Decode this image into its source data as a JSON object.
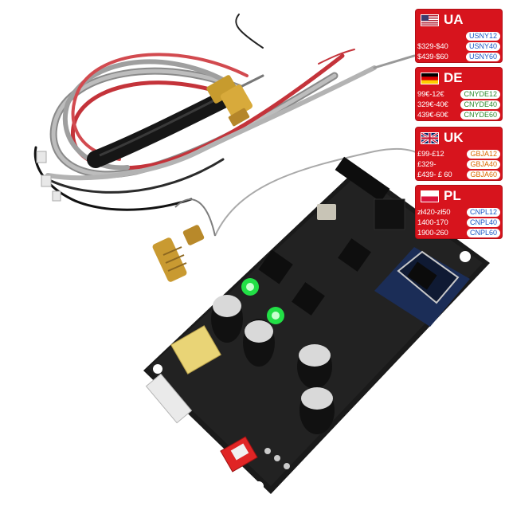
{
  "colors": {
    "panel_bg": "#d7141d",
    "usa_coupon_text": "#1a56c4",
    "de_coupon_text": "#2e8b2e",
    "uk_coupon_text": "#d96a00",
    "pl_coupon_text": "#1a56c4",
    "pcb": "#1d1d1d",
    "led_green": "#22e046"
  },
  "regions": [
    {
      "flag_icon": "usa-flag-icon",
      "code": "UA",
      "rows": [
        {
          "price": "",
          "coupon": "USNY12"
        },
        {
          "price": "$329-$40",
          "coupon": "USNY40"
        },
        {
          "price": "$439-$60",
          "coupon": "USNY60"
        }
      ]
    },
    {
      "flag_icon": "germany-flag-icon",
      "code": "DE",
      "rows": [
        {
          "price": "99€-12€",
          "coupon": "CNYDE12"
        },
        {
          "price": "329€-40€",
          "coupon": "CNYDE40"
        },
        {
          "price": "439€-60€",
          "coupon": "CNYDE60"
        }
      ]
    },
    {
      "flag_icon": "uk-flag-icon",
      "code": "UK",
      "rows": [
        {
          "price": "£99-£12",
          "coupon": "GBJA12"
        },
        {
          "price": "£329-",
          "coupon": "GBJA40"
        },
        {
          "price": "£439- £ 60",
          "coupon": "GBJA60"
        }
      ]
    },
    {
      "flag_icon": "poland-flag-icon",
      "code": "PL",
      "rows": [
        {
          "price": "zł420-zł50",
          "coupon": "CNPL12"
        },
        {
          "price": "1400-170",
          "coupon": "CNPL40"
        },
        {
          "price": "1900-260",
          "coupon": "CNPL60"
        }
      ]
    }
  ]
}
